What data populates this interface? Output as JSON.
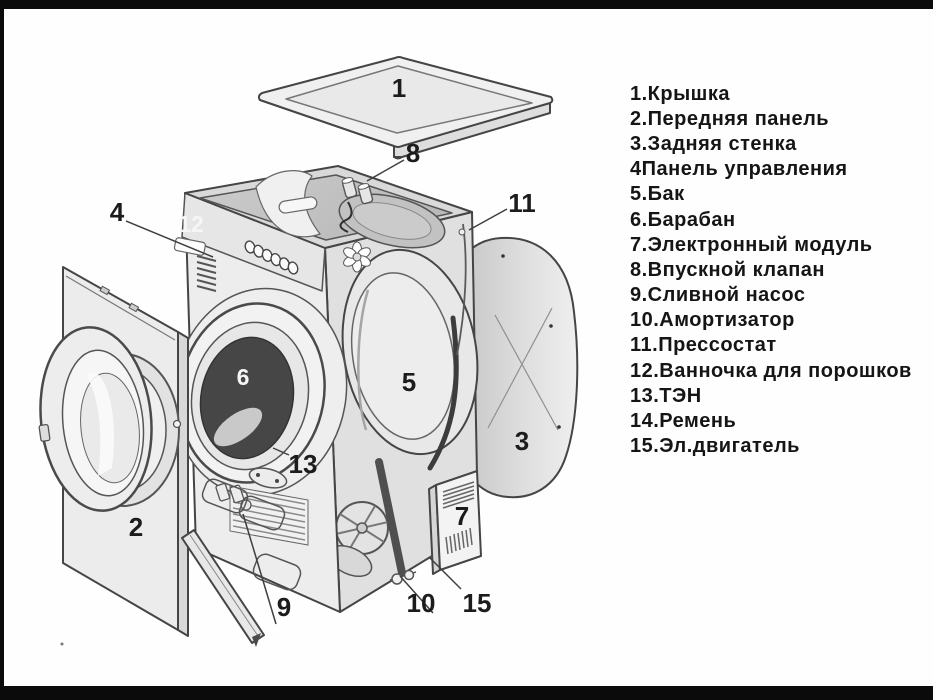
{
  "page": {
    "description": "Exploded parts diagram of a front-loading washing machine with Russian legend",
    "colors": {
      "background": "#ffffff",
      "frame": "#0b0b0b",
      "line": "#454545",
      "fill_light": "#ededed",
      "fill_mid": "#d9d9d9",
      "drum_dark": "#464646"
    }
  },
  "legend": {
    "items": [
      {
        "text": "1.Крышка"
      },
      {
        "text": "2.Передняя панель"
      },
      {
        "text": "3.Задняя стенка"
      },
      {
        "text": "4Панель управления"
      },
      {
        "text": "5.Бак"
      },
      {
        "text": "6.Барабан"
      },
      {
        "text": "7.Электронный модуль"
      },
      {
        "text": "8.Впускной клапан"
      },
      {
        "text": "9.Сливной насос"
      },
      {
        "text": "10.Амортизатор"
      },
      {
        "text": "11.Прессостат"
      },
      {
        "text": "12.Ванночка для порошков"
      },
      {
        "text": "13.ТЭН"
      },
      {
        "text": "14.Ремень"
      },
      {
        "text": "15.Эл.двигатель"
      }
    ]
  },
  "diagram": {
    "labels": {
      "lid": "1",
      "front_panel": "2",
      "back_wall": "3",
      "control_panel": "4",
      "tub": "5",
      "drum": "6",
      "module": "7",
      "inlet_valve": "8",
      "drain_pump": "9",
      "shock_absorber": "10",
      "pressostat": "11",
      "detergent_tray": "12",
      "heater": "13",
      "motor": "15"
    }
  }
}
